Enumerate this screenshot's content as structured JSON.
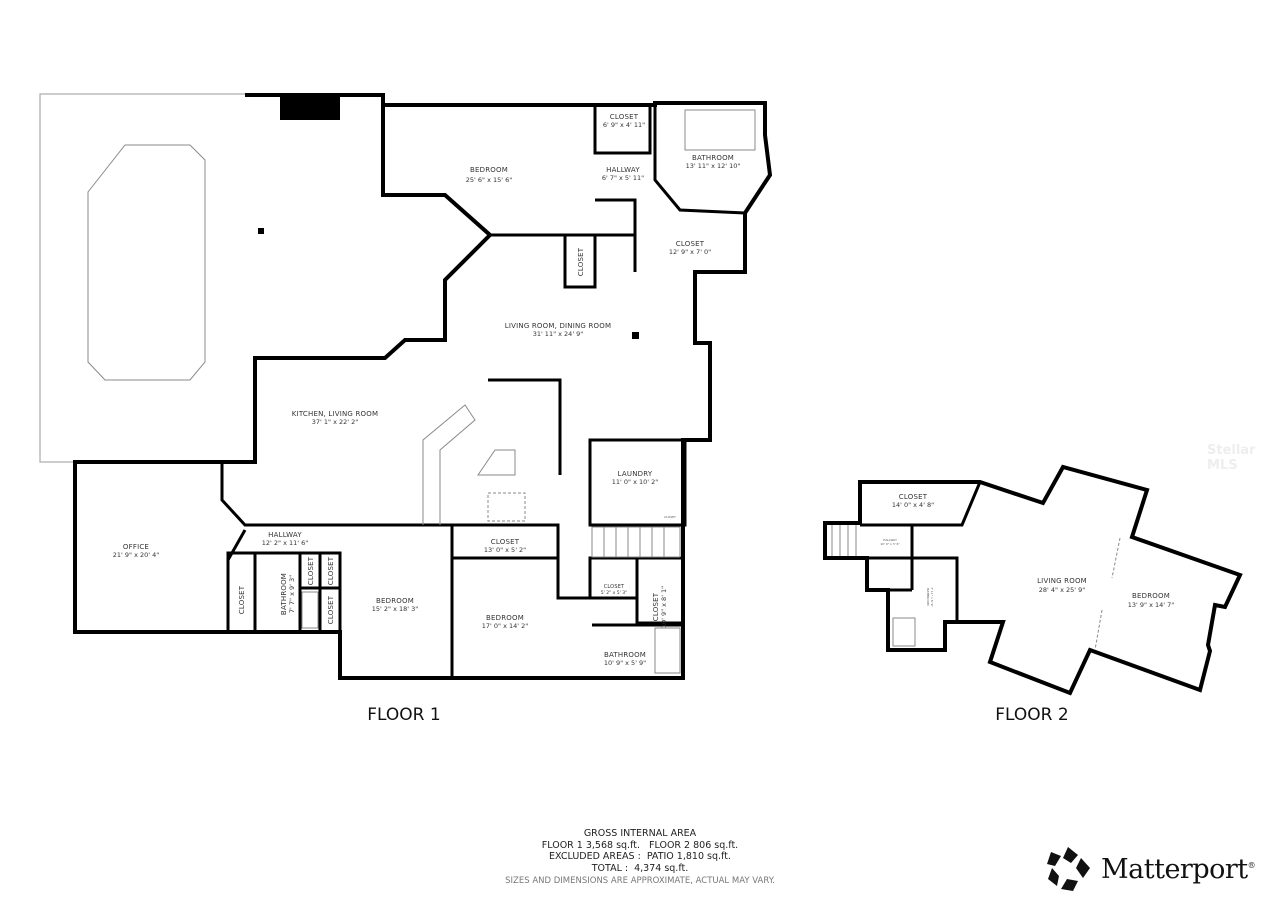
{
  "floors": [
    {
      "label": "FLOOR 1",
      "rooms": [
        {
          "name": "BEDROOM",
          "dims": "25' 6\" x 15' 6\""
        },
        {
          "name": "CLOSET",
          "dims": "6' 9\" x 4' 11\""
        },
        {
          "name": "HALLWAY",
          "dims": "6' 7\" x 5' 11\""
        },
        {
          "name": "BATHROOM",
          "dims": "13' 11\" x 12' 10\""
        },
        {
          "name": "CLOSET",
          "dims": "12' 9\" x 7' 0\""
        },
        {
          "name": "CLOSET",
          "dims": ""
        },
        {
          "name": "LIVING ROOM, DINING ROOM",
          "dims": "31' 11\" x 24' 9\""
        },
        {
          "name": "KITCHEN, LIVING ROOM",
          "dims": "37' 1\" x 22' 2\""
        },
        {
          "name": "LAUNDRY",
          "dims": "11' 0\" x 10' 2\""
        },
        {
          "name": "CLOSET",
          "dims": ""
        },
        {
          "name": "OFFICE",
          "dims": "21' 9\" x 20' 4\""
        },
        {
          "name": "HALLWAY",
          "dims": "12' 2\" x 11' 6\""
        },
        {
          "name": "CLOSET",
          "dims": "13' 0\" x 5' 2\""
        },
        {
          "name": "CLOSET",
          "dims": ""
        },
        {
          "name": "BATHROOM",
          "dims": "7' 7\" x 9' 3\""
        },
        {
          "name": "CLOSET",
          "dims": ""
        },
        {
          "name": "CLOSET",
          "dims": ""
        },
        {
          "name": "CLOSET",
          "dims": ""
        },
        {
          "name": "BEDROOM",
          "dims": "15' 2\" x 18' 3\""
        },
        {
          "name": "BEDROOM",
          "dims": "17' 0\" x 14' 2\""
        },
        {
          "name": "CLOSET",
          "dims": "5' 2\" x 5' 3\""
        },
        {
          "name": "CLOSET",
          "dims": "10' 9\" x 8' 1\""
        },
        {
          "name": "BATHROOM",
          "dims": "10' 9\" x 5' 9\""
        }
      ]
    },
    {
      "label": "FLOOR 2",
      "rooms": [
        {
          "name": "CLOSET",
          "dims": "14' 0\" x 4' 8\""
        },
        {
          "name": "HALLWAY",
          "dims": "10' 0\" x 3' 6\""
        },
        {
          "name": "BATHROOM",
          "dims": "7' 11\" x 8' 9\""
        },
        {
          "name": "LIVING ROOM",
          "dims": "28' 4\" x 25' 9\""
        },
        {
          "name": "BEDROOM",
          "dims": "13' 9\" x 14' 7\""
        }
      ]
    }
  ],
  "area_summary": {
    "heading": "GROSS INTERNAL AREA",
    "floors_line": "FLOOR 1 3,568 sq.ft.   FLOOR 2 806 sq.ft.",
    "excluded_line": "EXCLUDED AREAS :  PATIO 1,810 sq.ft.",
    "total_line": "TOTAL :  4,374 sq.ft.",
    "disclaimer": "SIZES AND DIMENSIONS ARE APPROXIMATE, ACTUAL MAY VARY."
  },
  "brand": {
    "name": "Matterport",
    "mark": "®",
    "logo_icon": "matterport-logo-icon"
  },
  "watermark": "Stellar MLS"
}
